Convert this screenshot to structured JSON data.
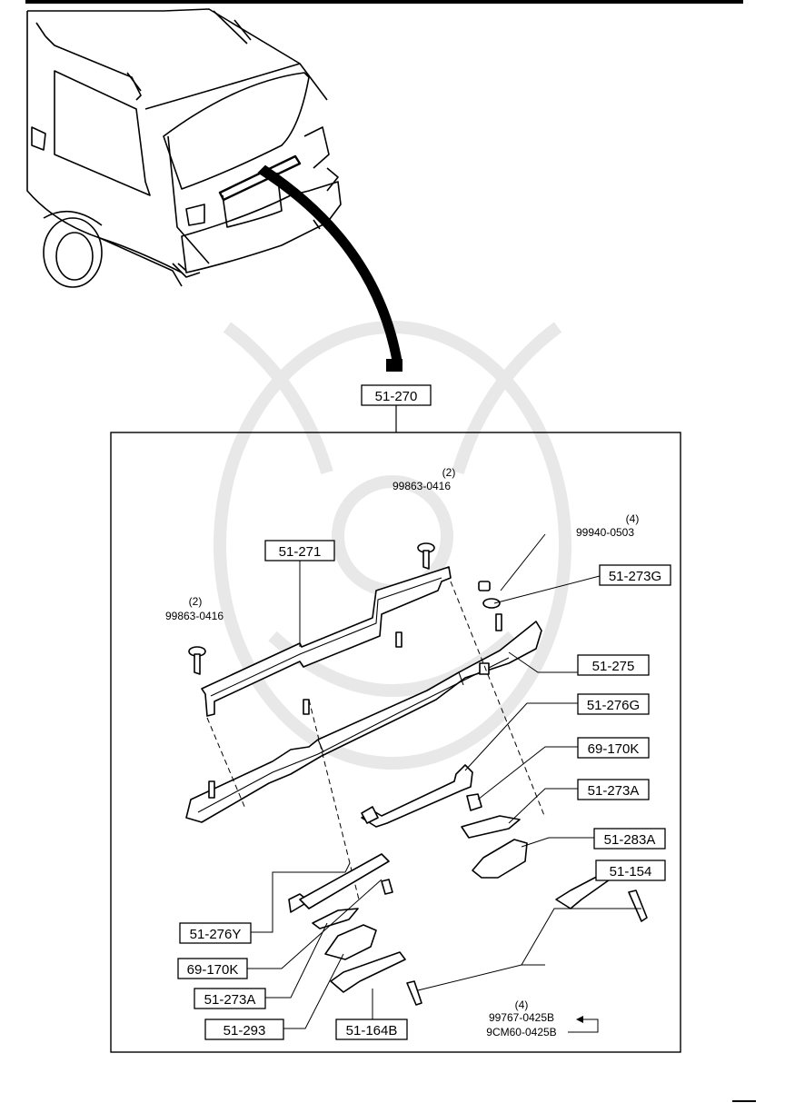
{
  "callouts": {
    "assembly": "51-270",
    "frame": "51-271",
    "cover": "51-275",
    "nut": "51-273G",
    "socket_right": "51-276G",
    "bulb_right": "69-170K",
    "lens_right": "51-273A",
    "body_right": "51-283A",
    "housing_right": "51-154",
    "socket_left": "51-276Y",
    "bulb_left": "69-170K",
    "lens_left": "51-273A",
    "body_left": "51-293",
    "housing_left": "51-164B"
  },
  "fasteners": {
    "bolt_top": {
      "qty": "(2)",
      "part": "99863-0416"
    },
    "bolt_left": {
      "qty": "(2)",
      "part": "99863-0416"
    },
    "nut_top": {
      "qty": "(4)",
      "part": "99940-0503"
    },
    "screws": {
      "qty": "(4)",
      "part_a": "99767-0425B",
      "part_b": "9CM60-0425B"
    }
  }
}
